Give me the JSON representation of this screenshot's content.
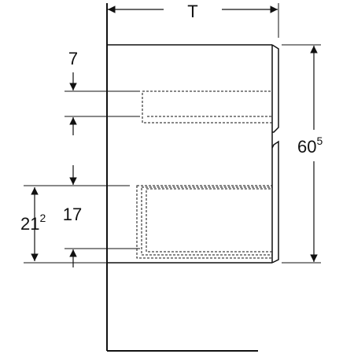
{
  "labels": {
    "depth": "T",
    "top_offset": "7",
    "height_main": "60",
    "height_main_sup": "5",
    "lower_height": "21",
    "lower_height_sup": "2",
    "lower_inner": "17"
  },
  "colors": {
    "line": "#111111",
    "background": "#ffffff"
  }
}
